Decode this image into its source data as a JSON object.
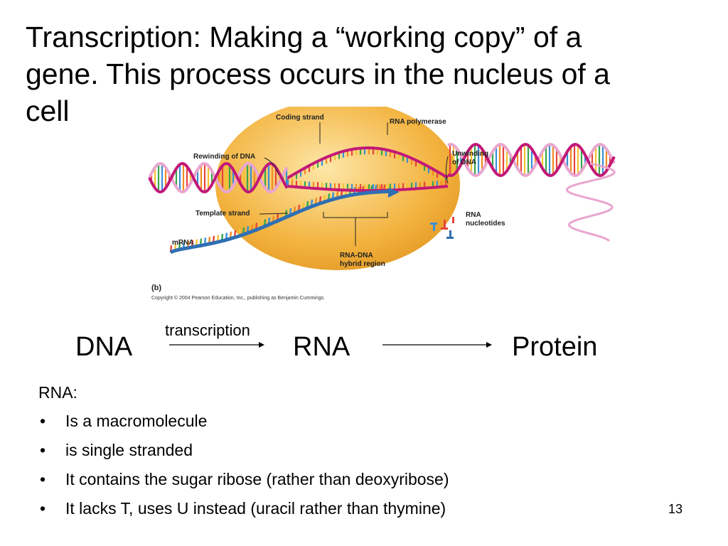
{
  "slide": {
    "title_lines": [
      "Transcription:  Making a “working copy” of a",
      "gene.  This process occurs in the nucleus of a",
      "cell"
    ],
    "page_number": "13"
  },
  "figure": {
    "labels": {
      "coding_strand": "Coding strand",
      "rna_polymerase": "RNA polymerase",
      "rewinding": "Rewinding of DNA",
      "unwinding_1": "Unwinding",
      "unwinding_2": "of DNA",
      "template_strand": "Template strand",
      "rna_nucleotides_1": "RNA",
      "rna_nucleotides_2": "nucleotides",
      "mrna": "mRNA",
      "hybrid_1": "RNA-DNA",
      "hybrid_2": "hybrid region"
    },
    "panel": "(b)",
    "copyright": "Copyright © 2004 Pearson Education, Inc., publishing as Benjamin Cummings."
  },
  "flow": {
    "dna": "DNA",
    "arrow_label": "transcription",
    "rna": "RNA",
    "protein": "Protein"
  },
  "notes": {
    "heading": "RNA:",
    "bullet_char": "•",
    "bullets": [
      "Is a macromolecule",
      "is single stranded",
      "It contains the sugar ribose (rather than deoxyribose)",
      "It lacks T, uses U instead (uracil rather than thymine)"
    ]
  },
  "colors": {
    "polymerase": "#f3b33f",
    "dna_backbone": "#c21878",
    "dna_backbone_light": "#e9a6cf",
    "mrna_backbone": "#2f6fb3",
    "base_colors": [
      "#e6463a",
      "#f2c230",
      "#38a64a",
      "#3a8fd6",
      "#f08a24"
    ]
  }
}
